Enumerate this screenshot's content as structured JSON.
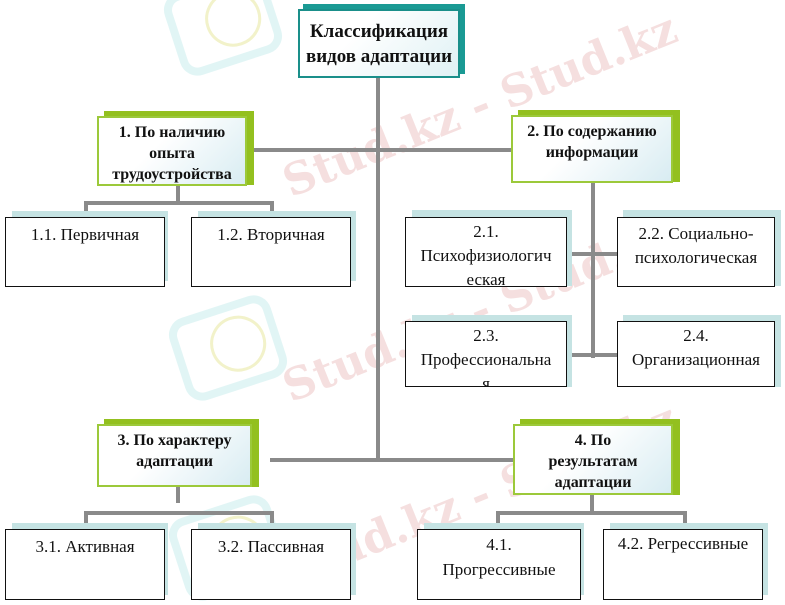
{
  "diagram": {
    "title": "Классификация видов адаптации",
    "title_lines": [
      "Классификация",
      "видов адаптации"
    ],
    "colors": {
      "title_border": "#1a8f8a",
      "category_border": "#9cc93a",
      "leaf_border": "#111111",
      "connector": "#8a8a8a",
      "shadow": "#c5e3e3"
    },
    "categories": [
      {
        "label": "1. По наличию опыта трудоустройства",
        "lines": [
          "1. По наличию",
          "опыта",
          "трудоустройства"
        ],
        "children": [
          {
            "label": "1.1. Первичная",
            "lines": [
              "1.1. Первичная"
            ]
          },
          {
            "label": "1.2. Вторичная",
            "lines": [
              "1.2. Вторичная"
            ]
          }
        ]
      },
      {
        "label": "2. По содержанию информации",
        "lines": [
          "2. По содержанию",
          "информации"
        ],
        "children": [
          {
            "label": "2.1. Психофизиологическая",
            "lines": [
              "2.1.",
              "Психофизиологич",
              "еская"
            ]
          },
          {
            "label": "2.2. Социально-психологическая",
            "lines": [
              "2.2. Социально-",
              "психологическая"
            ]
          },
          {
            "label": "2.3. Профессиональная",
            "lines": [
              "2.3.",
              "Профессиональна",
              "я"
            ]
          },
          {
            "label": "2.4. Организационная",
            "lines": [
              "2.4.",
              "Организационная"
            ]
          }
        ]
      },
      {
        "label": "3. По характеру адаптации",
        "lines": [
          "3. По характеру",
          "адаптации"
        ],
        "children": [
          {
            "label": "3.1. Активная",
            "lines": [
              "3.1. Активная"
            ]
          },
          {
            "label": "3.2. Пассивная",
            "lines": [
              "3.2. Пассивная"
            ]
          }
        ]
      },
      {
        "label": "4. По результатам адаптации",
        "lines": [
          "4. По",
          "результатам",
          "адаптации"
        ],
        "children": [
          {
            "label": "4.1. Прогрессивные",
            "lines": [
              "4.1.",
              "Прогрессивные"
            ]
          },
          {
            "label": "4.2. Регрессивные",
            "lines": [
              "4.2. Регрессивные"
            ]
          }
        ]
      }
    ],
    "watermark": "Stud.kz - Stud.kz"
  }
}
